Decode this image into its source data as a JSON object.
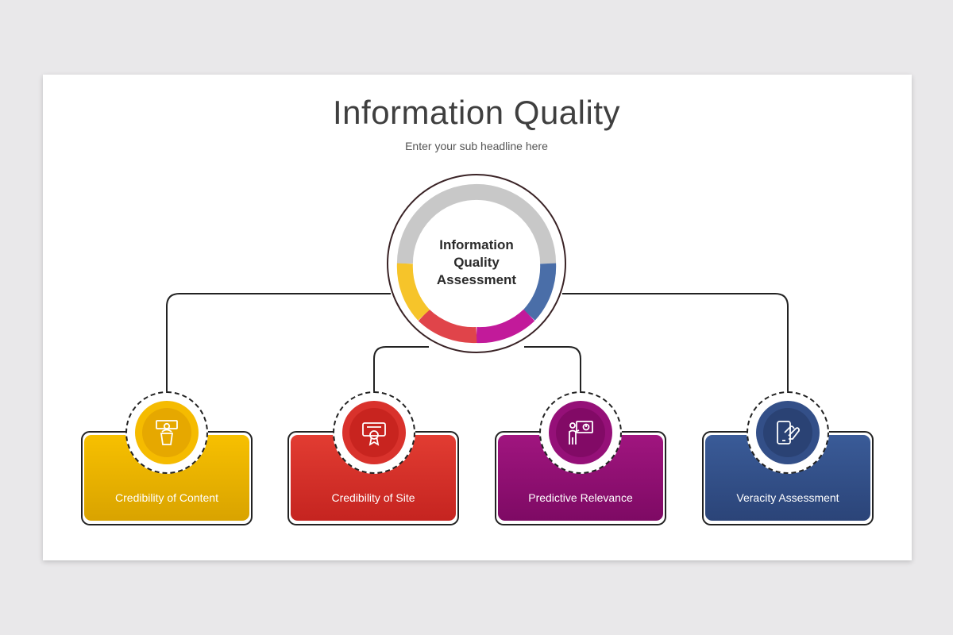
{
  "slide": {
    "title": "Information Quality",
    "subtitle": "Enter your sub headline here"
  },
  "center": {
    "line1": "Information",
    "line2": "Quality",
    "line3": "Assessment"
  },
  "cards": [
    {
      "label": "Credibility  of Content",
      "icon": "presenter-podium-icon",
      "color_top": "#f7c000",
      "color_bottom": "#d9a300"
    },
    {
      "label": "Credibility  of Site",
      "icon": "certificate-icon",
      "color_top": "#e23c32",
      "color_bottom": "#c52420"
    },
    {
      "label": "Predictive Relevance",
      "icon": "presentation-board-icon",
      "color_top": "#a0157f",
      "color_bottom": "#7e0a64"
    },
    {
      "label": "Veracity Assessment",
      "icon": "touch-phone-icon",
      "color_top": "#3a5b98",
      "color_bottom": "#2b4478"
    }
  ],
  "ring_colors": {
    "gray": "#c8c8c8",
    "blue": "#4a6ea8",
    "magenta": "#c21a9a",
    "red": "#e0444a",
    "yellow": "#f6c42a"
  }
}
